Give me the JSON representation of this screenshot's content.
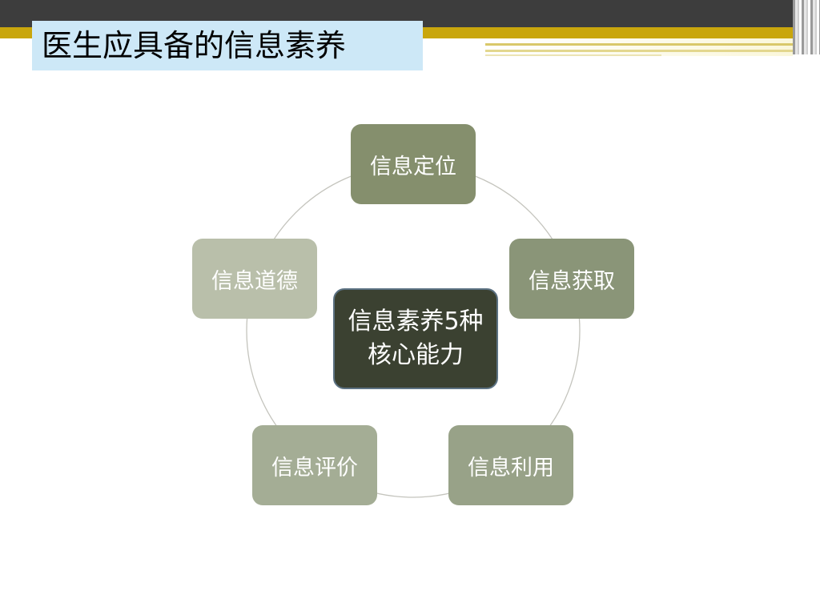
{
  "slide": {
    "title": "医生应具备的信息素养"
  },
  "diagram": {
    "center_label": "信息素养5种核心能力",
    "nodes": {
      "top": "信息定位",
      "right": "信息获取",
      "bottom_right": "信息利用",
      "bottom_left": "信息评价",
      "left": "信息道德"
    }
  },
  "colors": {
    "banner_dark": "#3d3d3d",
    "banner_gold": "#c9a60c",
    "title_bg": "#cde8f7",
    "center_fill": "#3b4131",
    "node_fill": "#858f6d"
  }
}
